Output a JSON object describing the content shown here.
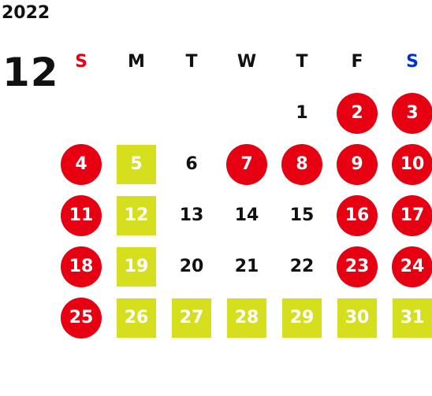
{
  "year": "2022",
  "month": "12",
  "weekdays": [
    "S",
    "M",
    "T",
    "W",
    "T",
    "F",
    "S"
  ],
  "colors": {
    "holiday_circle": "#e60012",
    "special_square": "#d5df1e",
    "sunday_header": "#e60012",
    "saturday_header": "#0033cc"
  },
  "weeks": [
    [
      {
        "day": "",
        "style": "empty"
      },
      {
        "day": "",
        "style": "empty"
      },
      {
        "day": "",
        "style": "empty"
      },
      {
        "day": "",
        "style": "empty"
      },
      {
        "day": "1",
        "style": "plain"
      },
      {
        "day": "2",
        "style": "red"
      },
      {
        "day": "3",
        "style": "red"
      }
    ],
    [
      {
        "day": "4",
        "style": "red"
      },
      {
        "day": "5",
        "style": "lime"
      },
      {
        "day": "6",
        "style": "plain"
      },
      {
        "day": "7",
        "style": "red"
      },
      {
        "day": "8",
        "style": "red"
      },
      {
        "day": "9",
        "style": "red"
      },
      {
        "day": "10",
        "style": "red"
      }
    ],
    [
      {
        "day": "11",
        "style": "red"
      },
      {
        "day": "12",
        "style": "lime"
      },
      {
        "day": "13",
        "style": "plain"
      },
      {
        "day": "14",
        "style": "plain"
      },
      {
        "day": "15",
        "style": "plain"
      },
      {
        "day": "16",
        "style": "red"
      },
      {
        "day": "17",
        "style": "red"
      }
    ],
    [
      {
        "day": "18",
        "style": "red"
      },
      {
        "day": "19",
        "style": "lime"
      },
      {
        "day": "20",
        "style": "plain"
      },
      {
        "day": "21",
        "style": "plain"
      },
      {
        "day": "22",
        "style": "plain"
      },
      {
        "day": "23",
        "style": "red"
      },
      {
        "day": "24",
        "style": "red"
      }
    ],
    [
      {
        "day": "25",
        "style": "red"
      },
      {
        "day": "26",
        "style": "lime"
      },
      {
        "day": "27",
        "style": "lime"
      },
      {
        "day": "28",
        "style": "lime"
      },
      {
        "day": "29",
        "style": "lime"
      },
      {
        "day": "30",
        "style": "lime"
      },
      {
        "day": "31",
        "style": "lime"
      }
    ]
  ]
}
